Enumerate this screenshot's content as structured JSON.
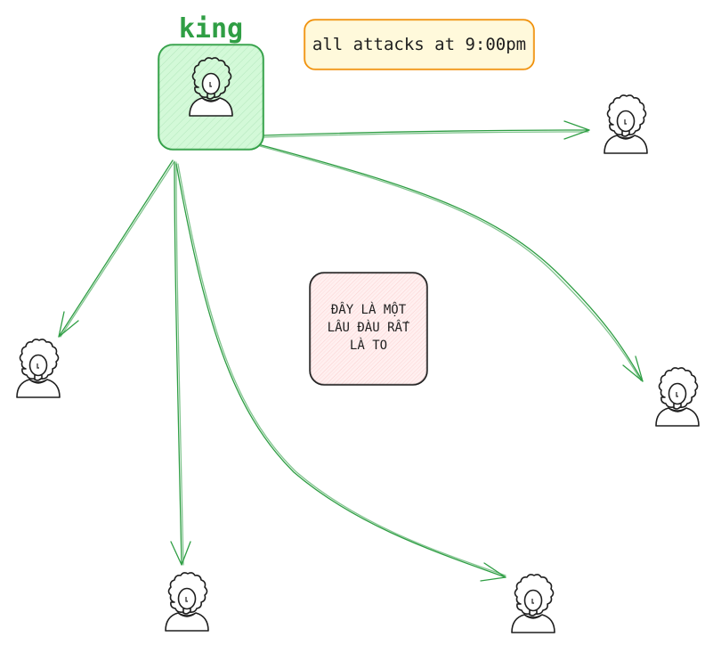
{
  "king": {
    "label": "king"
  },
  "note": {
    "text": "all attacks at 9:00pm"
  },
  "castle": {
    "lines": [
      "ĐÂY LÀ MỘT",
      "LÂU ĐÀU RẤT",
      "LÀ TO"
    ]
  },
  "colors": {
    "king_stroke": "#2f9e44",
    "king_fill": "#b2f2bb",
    "note_stroke": "#f08c00",
    "note_fill": "#fff3bf",
    "castle_stroke": "#1e1e1e",
    "castle_fill": "#ffc9c9",
    "arrow": "#2f9e44",
    "person": "#1e1e1e"
  },
  "icons": {
    "person": "person-icon"
  }
}
